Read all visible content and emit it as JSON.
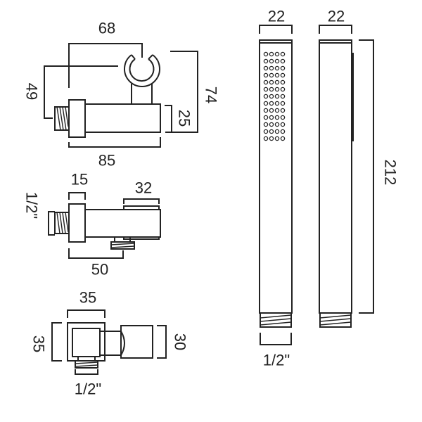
{
  "wall_outlet_side_view": {
    "dim_width_to_clamp": "68",
    "dim_height_to_clamp": "49",
    "dim_total_height": "74",
    "dim_body_height": "25",
    "dim_total_length": "85"
  },
  "wall_outlet_front_view": {
    "dim_flange": "15",
    "dim_holder": "32",
    "dim_inlet_thread": "1/2\"",
    "dim_outlet_offset": "50"
  },
  "wall_outlet_end_view": {
    "dim_flange_width": "35",
    "dim_flange_height": "35",
    "dim_holder_height": "30",
    "dim_outlet_thread": "1/2\""
  },
  "handset": {
    "dim_front_width": "22",
    "dim_side_width": "22",
    "dim_length": "212",
    "dim_thread": "1/2\"",
    "spray_rows": 13,
    "spray_cols": 4
  }
}
